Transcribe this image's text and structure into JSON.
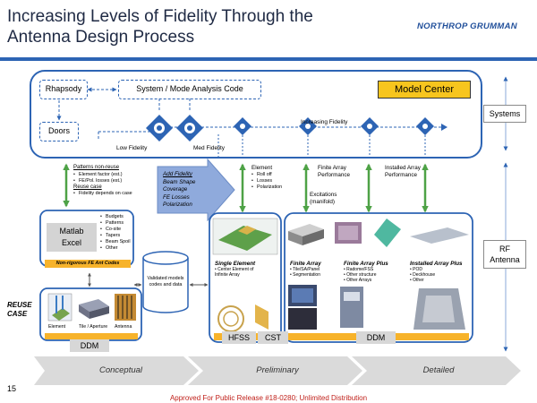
{
  "slide": {
    "title_line1": "Increasing Levels of Fidelity Through the",
    "title_line2": "Antenna Design Process",
    "logo_text": "NORTHROP GRUMMAN",
    "page_number": "15",
    "footer": "Approved For Public Release #18-0280; Unlimited Distribution"
  },
  "top_box": {
    "rhapsody": "Rhapsody",
    "system_mode": "System / Mode Analysis Code",
    "doors": "Doors",
    "model_center": "Model Center",
    "increasing_fidelity": "Increasing Fidelity",
    "low_fidelity": "Low Fidelity",
    "med_fidelity": "Med Fidelity"
  },
  "side_labels": {
    "systems": "Systems",
    "rf_antenna_1": "RF",
    "rf_antenna_2": "Antenna"
  },
  "notes": {
    "patterns_nonreuse": "Patterns non-reuse",
    "element_factor": "Element factor (est.)",
    "fe_pol_losses": "FE/Pol. losses (est.)",
    "reuse_case": "Reuse case",
    "fidelity_depends": "Fidelity depends on case",
    "add_fidelity": [
      "Add Fidelity",
      "Beam Shape",
      "Coverage",
      "FE Losses",
      "Polarization"
    ],
    "element_title": "Element",
    "element_items": [
      "Roll off",
      "Losses",
      "Polarization"
    ],
    "finite_array_perf": [
      "Finite Array",
      "Performance"
    ],
    "excitations": [
      "Excitations",
      "(manifold)"
    ],
    "installed_array_perf": [
      "Installed Array",
      "Performance"
    ]
  },
  "matlab": {
    "line1": "Matlab",
    "line2": "Excel",
    "bullets": [
      "Budgets",
      "Patterns",
      "Co-site",
      "Tapers",
      "Beam Spoil",
      "Other"
    ],
    "bar_label": "Non-rigorous FE Ant Codes"
  },
  "reuse": {
    "label1": "REUSE",
    "label2": "CASE",
    "thumb_labels": [
      "Element",
      "Tile / Aperture",
      "Antenna"
    ],
    "ddm": "DDM"
  },
  "cylinder": {
    "text": [
      "Validated models",
      "codes and data"
    ]
  },
  "single_element": {
    "title": "Single Element",
    "sub": [
      "• Center Element of",
      "Infinite Array"
    ],
    "hfss": "HFSS",
    "cst": "CST"
  },
  "sim_panels": [
    {
      "title": "Finite Array",
      "sub": [
        "• Tile/SA/Panel",
        "• Segmentation"
      ]
    },
    {
      "title": "Finite Array Plus",
      "sub": [
        "• Radome/FSS",
        "• Other structure",
        "• Other Arrays"
      ]
    },
    {
      "title": "Installed Array Plus",
      "sub": [
        "• POD",
        "• Deckhouse",
        "• Other"
      ]
    }
  ],
  "ddm_right": "DDM",
  "phases": [
    "Conceptual",
    "Preliminary",
    "Detailed"
  ],
  "colors": {
    "title": "#1f2a44",
    "accent_blue": "#2d64b4",
    "model_center_bg": "#f7c51e",
    "orange_bar": "#f7b32b",
    "green_arrow": "#4ea246",
    "add_fidelity_bg": "#8faadc",
    "phase_bar": "#dadada",
    "footer": "#c0201a"
  }
}
